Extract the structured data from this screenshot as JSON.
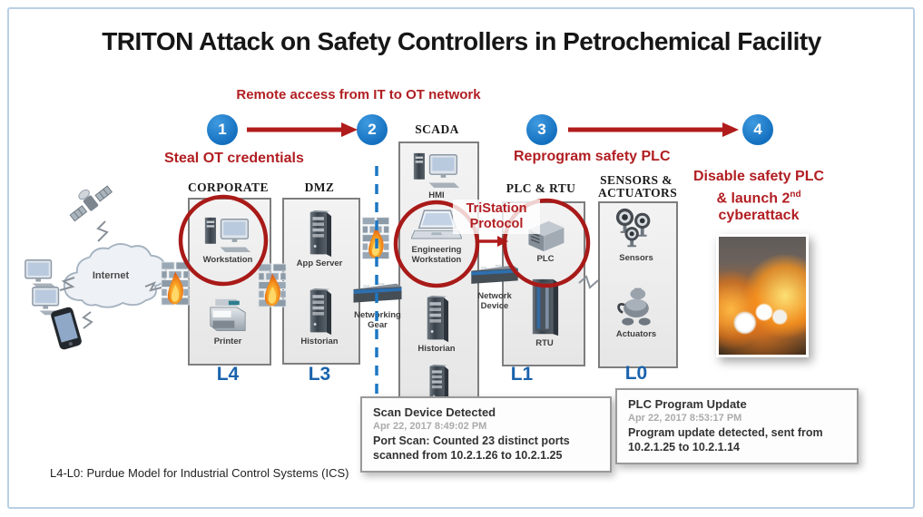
{
  "title": "TRITON Attack on Safety Controllers in Petrochemical Facility",
  "annotations": {
    "remote_access": "Remote access from IT to OT network",
    "steal_credentials": "Steal OT credentials",
    "reprogram_plc": "Reprogram safety PLC",
    "disable_line1": "Disable safety PLC",
    "disable_line2": "& launch 2",
    "disable_line2_sup": "nd",
    "disable_line3": "cyberattack",
    "tristation_line1": "TriStation",
    "tristation_line2": "Protocol"
  },
  "steps": {
    "s1": "1",
    "s2": "2",
    "s3": "3",
    "s4": "4"
  },
  "zones": {
    "corporate": {
      "header": "CORPORATE",
      "level": "L4"
    },
    "dmz": {
      "header": "DMZ",
      "level": "L3"
    },
    "scada": {
      "header": "SCADA"
    },
    "plc_rtu": {
      "header": "PLC & RTU",
      "level": "L1"
    },
    "sensors_actuators": {
      "header1": "SENSORS &",
      "header2": "ACTUATORS",
      "level": "L0"
    }
  },
  "devices": {
    "internet": "Internet",
    "workstation": "Workstation",
    "printer": "Printer",
    "app_server": "App Server",
    "dmz_historian": "Historian",
    "hmi": "HMI",
    "eng_workstation": "Engineering Workstation",
    "scada_historian": "Historian",
    "networking_gear": "Networking Gear",
    "network_device": "Network Device",
    "plc": "PLC",
    "rtu": "RTU",
    "sensors": "Sensors",
    "actuators": "Actuators"
  },
  "alerts": [
    {
      "title": "Scan Device Detected",
      "timestamp": "Apr 22, 2017 8:49:02 PM",
      "body": "Port Scan: Counted 23 distinct ports scanned from 10.2.1.26 to 10.2.1.25"
    },
    {
      "title": "PLC Program Update",
      "timestamp": "Apr 22, 2017 8:53:17 PM",
      "body": "Program update detected, sent from 10.2.1.25 to 10.2.1.14"
    }
  ],
  "footer": "L4-L0: Purdue Model for Industrial Control Systems (ICS)",
  "colors": {
    "step_blue": "#1878c6",
    "alert_red": "#b11e22",
    "level_blue": "#1a63ad",
    "dashed_blue": "#1c77c4"
  }
}
